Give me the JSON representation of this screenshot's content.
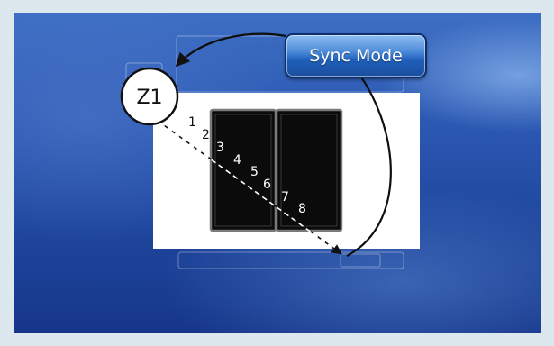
{
  "button": {
    "label": "Sync Mode"
  },
  "zone": {
    "label": "Z1"
  },
  "segments": [
    "1",
    "2",
    "3",
    "4",
    "5",
    "6",
    "7",
    "8"
  ],
  "colors": {
    "background": "#2b58b2",
    "display": "#ffffff",
    "panel": "#0b0b0b",
    "sweep": "#e0281e",
    "button": "#2f6fc8"
  }
}
